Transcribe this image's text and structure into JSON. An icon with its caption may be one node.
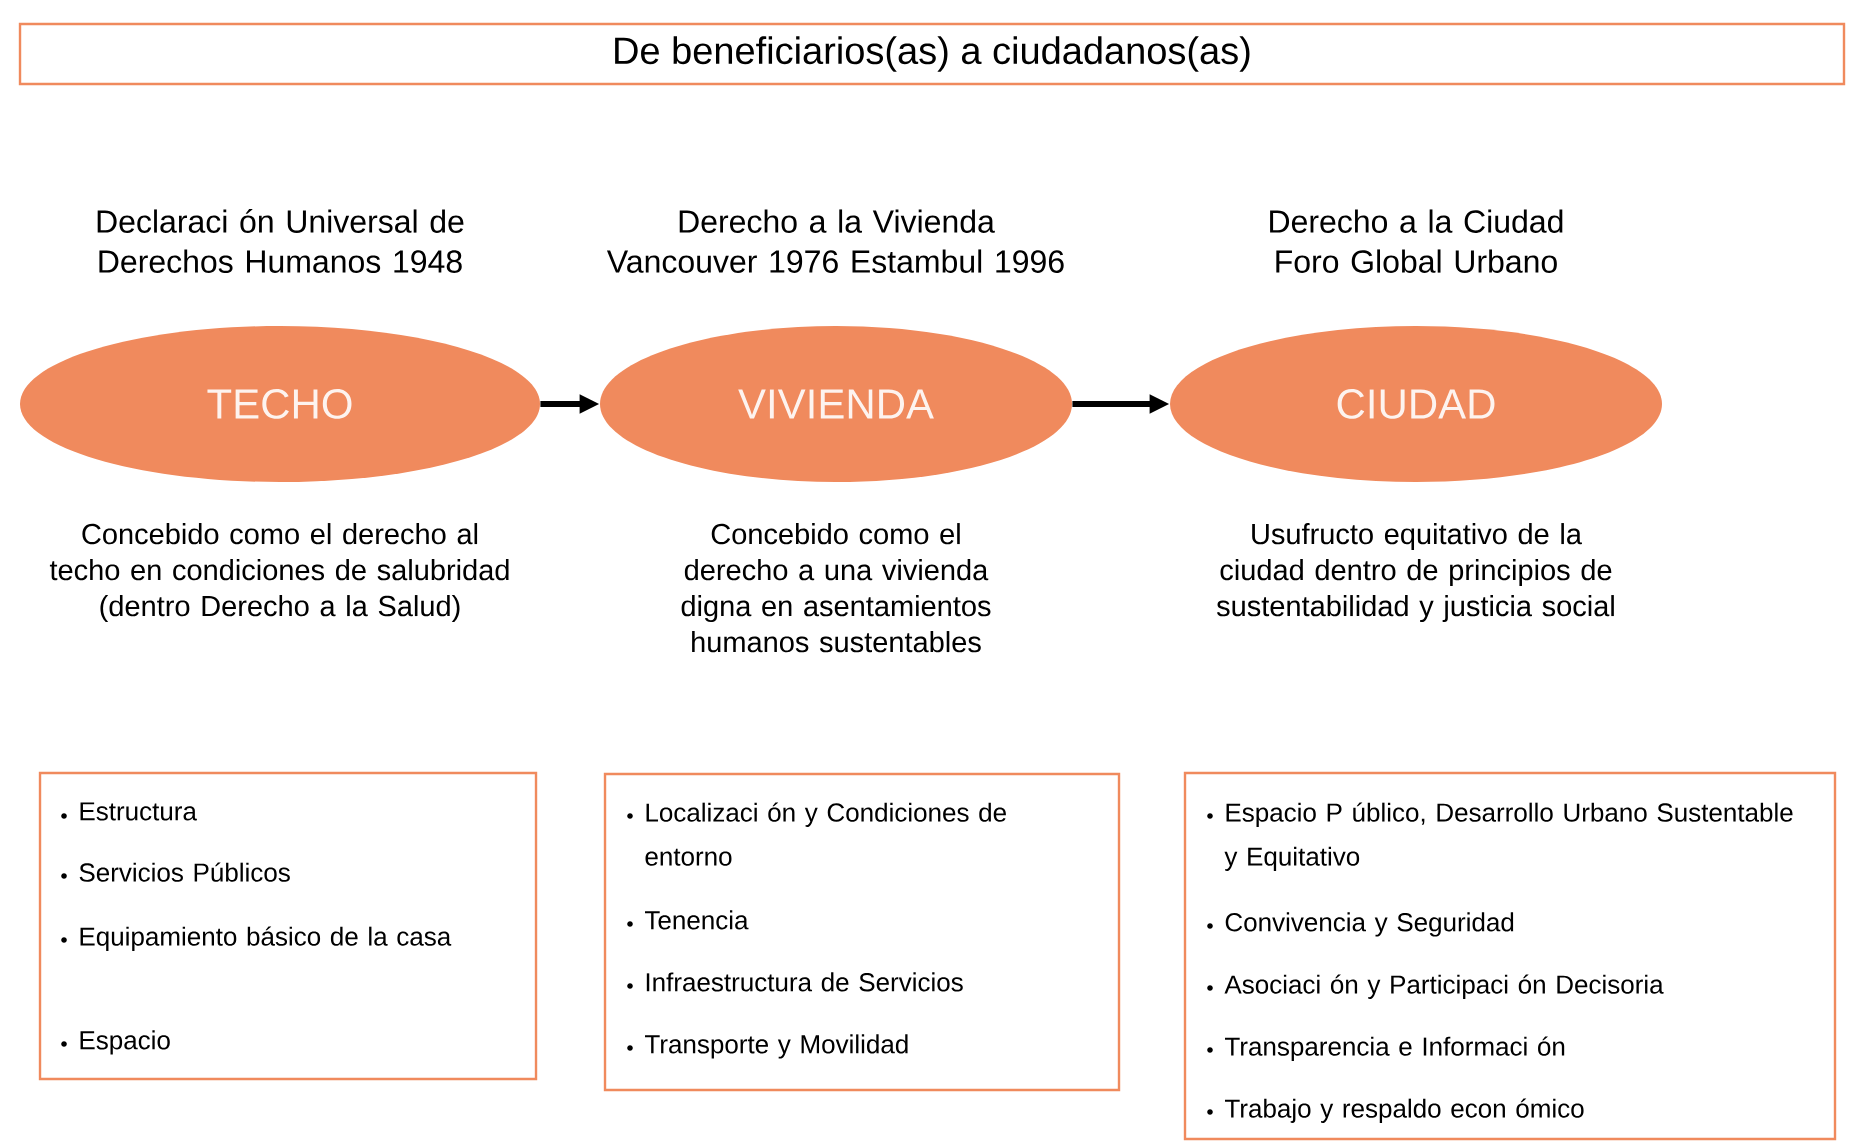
{
  "diagram": {
    "title": "De beneficiarios(as) a ciudadanos(as)",
    "nodes": [
      {
        "text": [
          "TECHO"
        ],
        "beside": [
          "Declaraci ón Universal de Derechos Humanos 1948",
          "Concebido como el derecho al techo en condiciones de salubridad (dentro Derecho a la Salud)"
        ]
      },
      {
        "text": [
          "VIVIENDA"
        ],
        "beside": [
          "Derecho a la Vivienda Vancouver 1976 Estambul 1996",
          "Concebido como el derecho a una vivienda digna en asentamientos humanos sustentables"
        ]
      },
      {
        "text": [
          "CIUDAD"
        ],
        "beside": [
          "Derecho a la Ciudad Foro Global Urbano",
          "Usufructo equitativo de la ciudad dentro de principios de sustentabilidad y justicia social"
        ]
      },
      {
        "text": [
          "Estructura",
          "Servicios Públicos",
          "Equipamiento básico de la casa",
          "Espacio"
        ]
      },
      {
        "text": [
          "Localizaci ón y Condiciones de entorno",
          "Tenencia",
          "Infraestructura de Servicios",
          "Transporte y Movilidad"
        ]
      },
      {
        "text": [
          "Espacio P úblico, Desarrollo Urbano Sustentable y Equitativo",
          "Convivencia y Seguridad",
          "Asociaci ón y Participaci ón Decisoria",
          "Transparencia e Informaci ón",
          "Trabajo y respaldo econ ómico"
        ]
      }
    ],
    "edges": [
      {
        "from": 0,
        "to": 1,
        "arrow": "to"
      },
      {
        "from": 1,
        "to": 2,
        "arrow": "to"
      }
    ]
  }
}
